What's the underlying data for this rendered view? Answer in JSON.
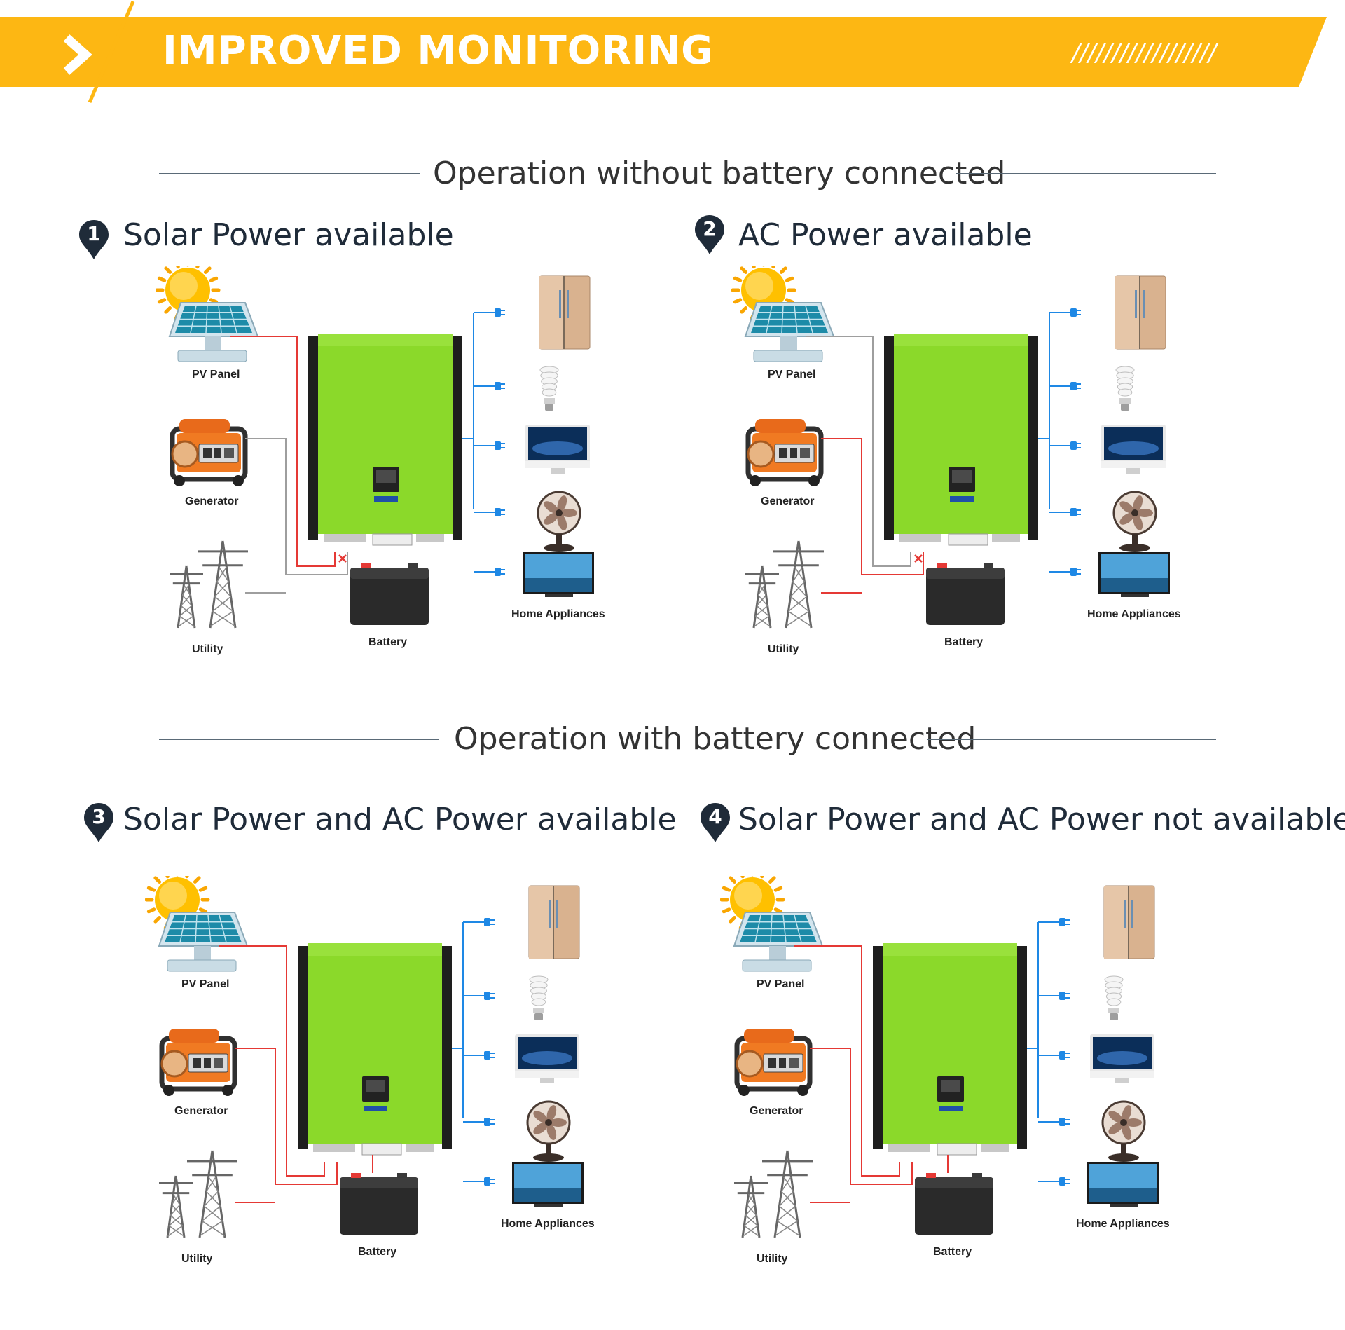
{
  "banner": {
    "title": "IMPROVED MONITORING",
    "slashes": "//////////////////",
    "color": "#FDB713"
  },
  "sections": [
    {
      "heading": "Operation without battery connected"
    },
    {
      "heading": "Operation with battery connected"
    }
  ],
  "scenarios": [
    {
      "number": "1",
      "title": "Solar Power available",
      "active": [
        "pv"
      ],
      "battery_linked": false,
      "cross": true
    },
    {
      "number": "2",
      "title": "AC Power available",
      "active": [
        "gen",
        "util"
      ],
      "battery_linked": false,
      "cross": true
    },
    {
      "number": "3",
      "title": "Solar Power and AC Power available",
      "active": [
        "pv",
        "gen",
        "util"
      ],
      "battery_linked": true,
      "cross": false
    },
    {
      "number": "4",
      "title": "Solar Power and AC Power not available",
      "active": [
        "pv",
        "gen",
        "util"
      ],
      "battery_linked": true,
      "cross": false
    }
  ],
  "labels": {
    "pv": "PV Panel",
    "generator": "Generator",
    "utility": "Utility",
    "battery": "Battery",
    "appliances": "Home Appliances"
  },
  "colors": {
    "active_line": "#E53935",
    "inactive_line": "#9E9E9E",
    "appliance_line": "#1E88E5",
    "inverter_green": "#8BD92A",
    "pin": "#1F2B39"
  }
}
